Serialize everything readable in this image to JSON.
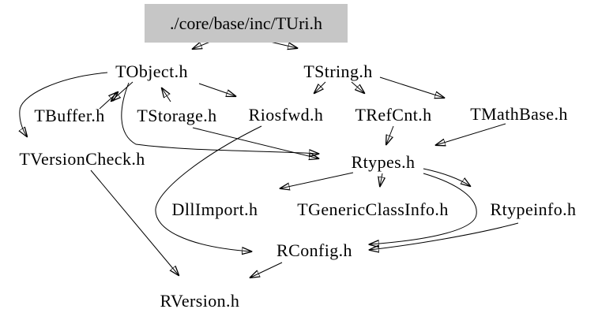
{
  "diagram": {
    "type": "include-dependency-graph",
    "root_node": {
      "label": "./core/base/inc/TUri.h",
      "background": "#c6c6c6"
    },
    "nodes": {
      "tobject": {
        "label": "TObject.h"
      },
      "tstring": {
        "label": "TString.h"
      },
      "tbuffer": {
        "label": "TBuffer.h"
      },
      "tstorage": {
        "label": "TStorage.h"
      },
      "riosfwd": {
        "label": "Riosfwd.h"
      },
      "trefcnt": {
        "label": "TRefCnt.h"
      },
      "tmathbase": {
        "label": "TMathBase.h"
      },
      "tversioncheck": {
        "label": "TVersionCheck.h"
      },
      "rtypes": {
        "label": "Rtypes.h"
      },
      "dllimport": {
        "label": "DllImport.h"
      },
      "tgenericclassinfo": {
        "label": "TGenericClassInfo.h"
      },
      "rtypeinfo": {
        "label": "Rtypeinfo.h"
      },
      "rconfig": {
        "label": "RConfig.h"
      },
      "rversion": {
        "label": "RVersion.h"
      }
    },
    "edges": [
      {
        "from": "./core/base/inc/TUri.h",
        "to": "TObject.h"
      },
      {
        "from": "./core/base/inc/TUri.h",
        "to": "TString.h"
      },
      {
        "from": "TObject.h",
        "to": "TBuffer.h"
      },
      {
        "from": "TBuffer.h",
        "to": "TObject.h"
      },
      {
        "from": "TStorage.h",
        "to": "TObject.h"
      },
      {
        "from": "TObject.h",
        "to": "Riosfwd.h"
      },
      {
        "from": "TObject.h",
        "to": "TVersionCheck.h"
      },
      {
        "from": "TObject.h",
        "to": "Rtypes.h"
      },
      {
        "from": "TString.h",
        "to": "Riosfwd.h"
      },
      {
        "from": "TString.h",
        "to": "TRefCnt.h"
      },
      {
        "from": "TString.h",
        "to": "TMathBase.h"
      },
      {
        "from": "TStorage.h",
        "to": "Rtypes.h"
      },
      {
        "from": "TRefCnt.h",
        "to": "Rtypes.h"
      },
      {
        "from": "TMathBase.h",
        "to": "Rtypes.h"
      },
      {
        "from": "Riosfwd.h",
        "to": "RConfig.h"
      },
      {
        "from": "Rtypes.h",
        "to": "DllImport.h"
      },
      {
        "from": "Rtypes.h",
        "to": "TGenericClassInfo.h"
      },
      {
        "from": "Rtypes.h",
        "to": "Rtypeinfo.h"
      },
      {
        "from": "Rtypes.h",
        "to": "RConfig.h"
      },
      {
        "from": "Rtypeinfo.h",
        "to": "RConfig.h"
      },
      {
        "from": "TVersionCheck.h",
        "to": "RVersion.h"
      },
      {
        "from": "RConfig.h",
        "to": "RVersion.h"
      }
    ],
    "colors": {
      "background": "#ffffff",
      "edge": "#000000",
      "text": "#000000",
      "root_background": "#c6c6c6"
    }
  }
}
